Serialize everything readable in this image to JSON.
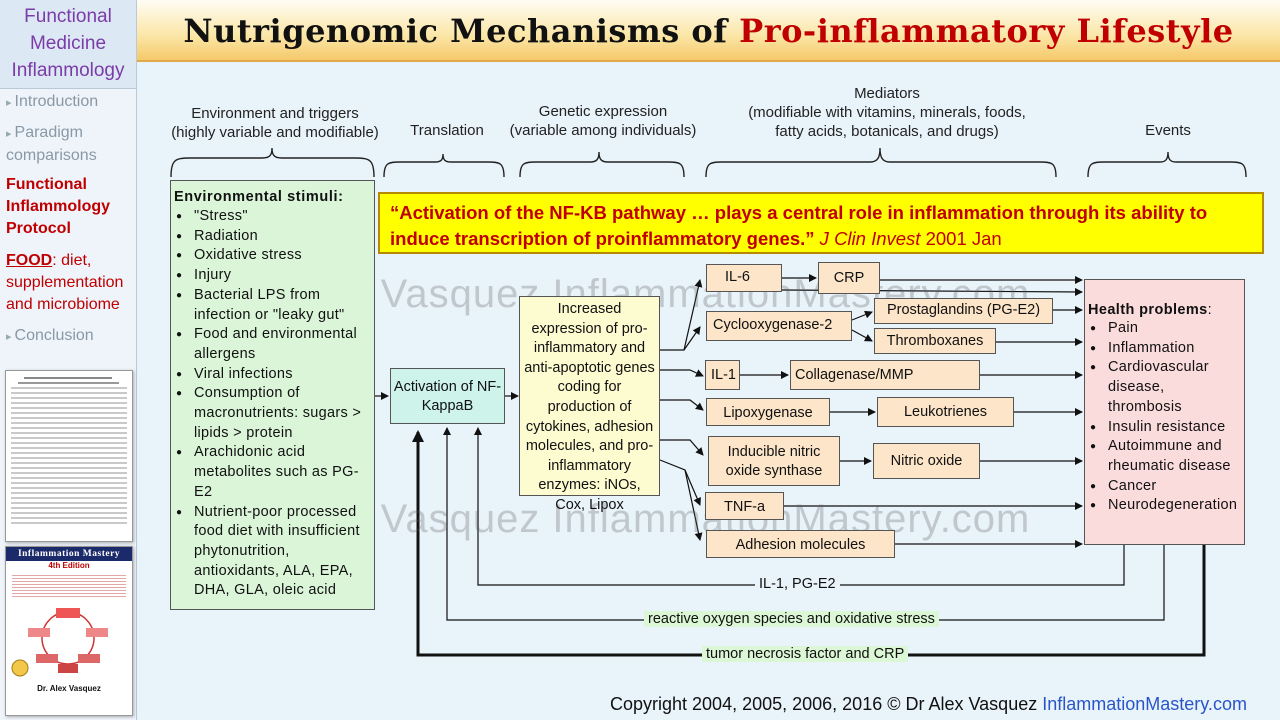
{
  "header": {
    "title_part1": "Nutrigenomic Mechanisms of ",
    "title_part2": "Pro-inflammatory Lifestyle"
  },
  "sidebar": {
    "brand": [
      "Functional",
      "Medicine",
      "Inflammology"
    ],
    "items": [
      {
        "label": "Introduction"
      },
      {
        "label": "Paradigm comparisons"
      },
      {
        "label": "Functional Inflammology Protocol"
      },
      {
        "label_prefix": "FOOD",
        "label_rest": ": diet, supplementation and microbiome"
      },
      {
        "label": "Conclusion"
      }
    ],
    "book": {
      "title": "Inflammation Mastery",
      "edition": "4th Edition",
      "author": "Dr. Alex Vasquez"
    }
  },
  "columns": {
    "env": "Environment and triggers\n(highly variable and modifiable)",
    "translation": "Translation",
    "genetic": "Genetic expression\n(variable among individuals)",
    "mediators": "Mediators\n(modifiable with vitamins, minerals, foods,\nfatty acids, botanicals, and drugs)",
    "events": "Events"
  },
  "stimuli": {
    "heading": "Environmental stimuli:",
    "items": [
      "\"Stress\"",
      "Radiation",
      "Oxidative stress",
      "Injury",
      "Bacterial LPS from infection or \"leaky gut\"",
      "Food and environmental allergens",
      "Viral infections",
      "Consumption of macronutrients: sugars > lipids > protein",
      "Arachidonic acid metabolites such as PG-E2",
      "Nutrient-poor processed food diet with insufficient phytonutrition, antioxidants, ALA, EPA, DHA, GLA, oleic acid"
    ]
  },
  "quote": {
    "text": "“Activation of the NF-KB pathway … plays a central role in inflammation through its ability to induce transcription of proinflammatory  genes.”",
    "citation": " J Clin Invest",
    "year": " 2001 Jan"
  },
  "nfkb": "Activation of NF-KappaB",
  "expression": "Increased expression of pro-inflammatory and anti-apoptotic genes coding for production of cytokines, adhesion molecules, and pro-inflammatory enzymes: iNOs, Cox, Lipox",
  "mediators": {
    "il6": "IL-6",
    "crp": "CRP",
    "cox2": "Cyclooxygenase-2",
    "pge2": "Prostaglandins (PG-E2)",
    "thromboxanes": "Thromboxanes",
    "il1": "IL-1",
    "collagenase": "Collagenase/MMP",
    "lipox": "Lipoxygenase",
    "leukotrienes": "Leukotrienes",
    "inos": "Inducible nitric oxide synthase",
    "no": "Nitric oxide",
    "tnf": "TNF-a",
    "adhesion": "Adhesion molecules"
  },
  "health": {
    "heading": "Health problems",
    "colon": ":",
    "items": [
      "Pain",
      "Inflammation",
      "Cardiovascular disease, thrombosis",
      "Insulin resistance",
      "Autoimmune and rheumatic disease",
      "Cancer",
      "Neurodegeneration"
    ]
  },
  "feedback": {
    "il1pge2": "IL-1, PG-E2",
    "ros": "reactive oxygen species and oxidative stress",
    "tnfcrp": "tumor necrosis factor and CRP"
  },
  "watermark": "© Dr Alex Vasquez InflammationMastery.com",
  "copyright": {
    "text": "Copyright 2004, 2005, 2006, 2016 © Dr Alex Vasquez ",
    "site": "InflammationMastery.com"
  }
}
